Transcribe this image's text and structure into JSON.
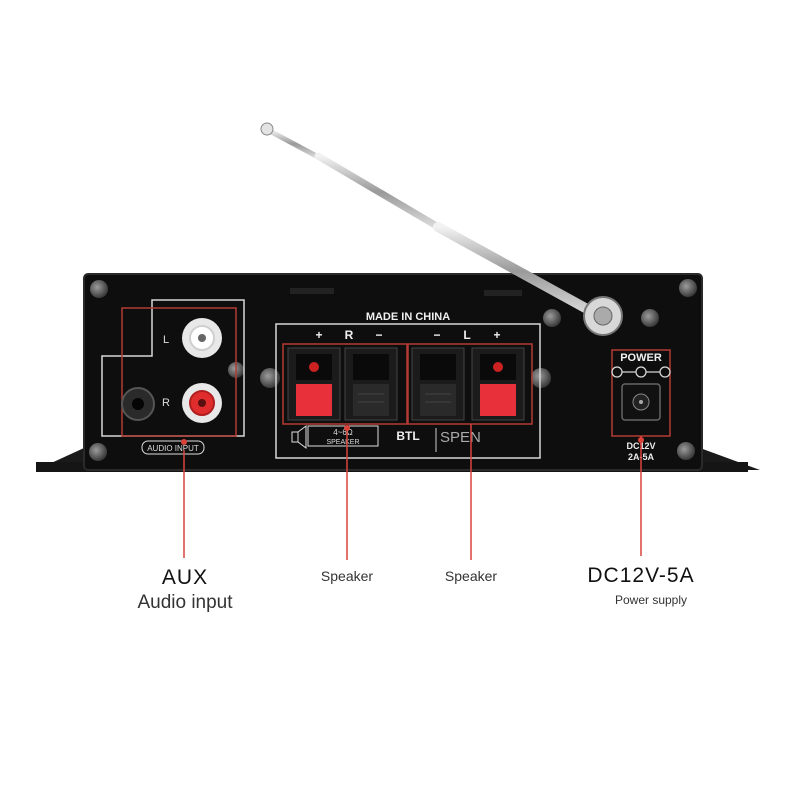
{
  "device": {
    "made_in": "MADE IN CHINA",
    "aux_label": "AUDIO INPUT",
    "jack_l": "L",
    "jack_r": "R",
    "terminal_signs": [
      "+",
      "R",
      "−",
      "−",
      "L",
      "+"
    ],
    "impedance": "4~6Ω",
    "speaker_text": "SPEAKER",
    "btl": "BTL",
    "spen": "SPEN",
    "power_title": "POWER",
    "power_rating_1": "DC12V",
    "power_rating_2": "2A-5A"
  },
  "callouts": {
    "aux_title": "AUX",
    "aux_sub": "Audio input",
    "speaker_1": "Speaker",
    "speaker_2": "Speaker",
    "power_title": "DC12V-5A",
    "power_sub": "Power supply"
  },
  "colors": {
    "panel": "#0e0e0e",
    "panel_edge": "#2a2a2a",
    "accent_red": "#d9433a",
    "terminal_red": "#e8303a",
    "chrome": "#c9c9c9"
  }
}
